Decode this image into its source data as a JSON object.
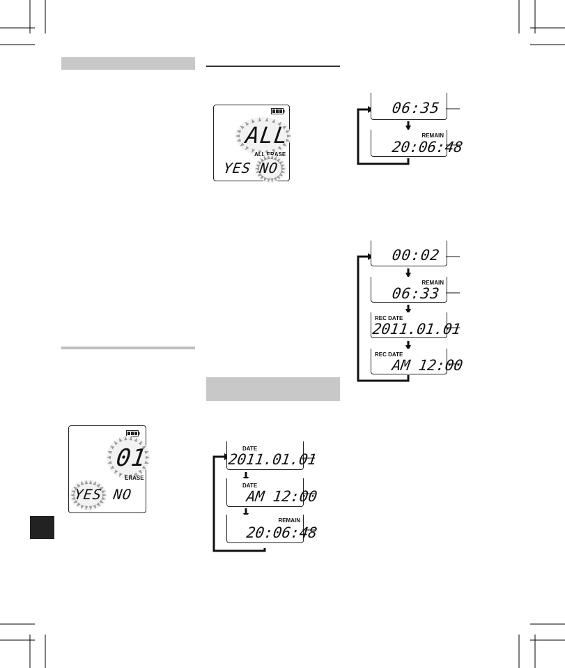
{
  "left": {
    "device1": {
      "value": "01",
      "label": "ERASE",
      "yes": "YES",
      "no": "NO"
    }
  },
  "middle": {
    "device_all": {
      "value": "ALL",
      "label": "ALL ERASE",
      "yes": "YES",
      "no": "NO"
    },
    "cycle": [
      {
        "label": "DATE",
        "value": "2011.01.01"
      },
      {
        "label": "DATE",
        "value": "AM 12:00"
      },
      {
        "label": "REMAIN",
        "value": "20:06:48"
      }
    ]
  },
  "right": {
    "cycle_a": [
      {
        "label": "",
        "value": "06:35"
      },
      {
        "label": "REMAIN",
        "value": "20:06:48"
      }
    ],
    "cycle_b": [
      {
        "label": "",
        "value": "00:02"
      },
      {
        "label": "REMAIN",
        "value": "06:33"
      },
      {
        "label": "REC DATE",
        "value": "2011.01.01"
      },
      {
        "label": "REC DATE",
        "value": "AM 12:00"
      }
    ]
  }
}
